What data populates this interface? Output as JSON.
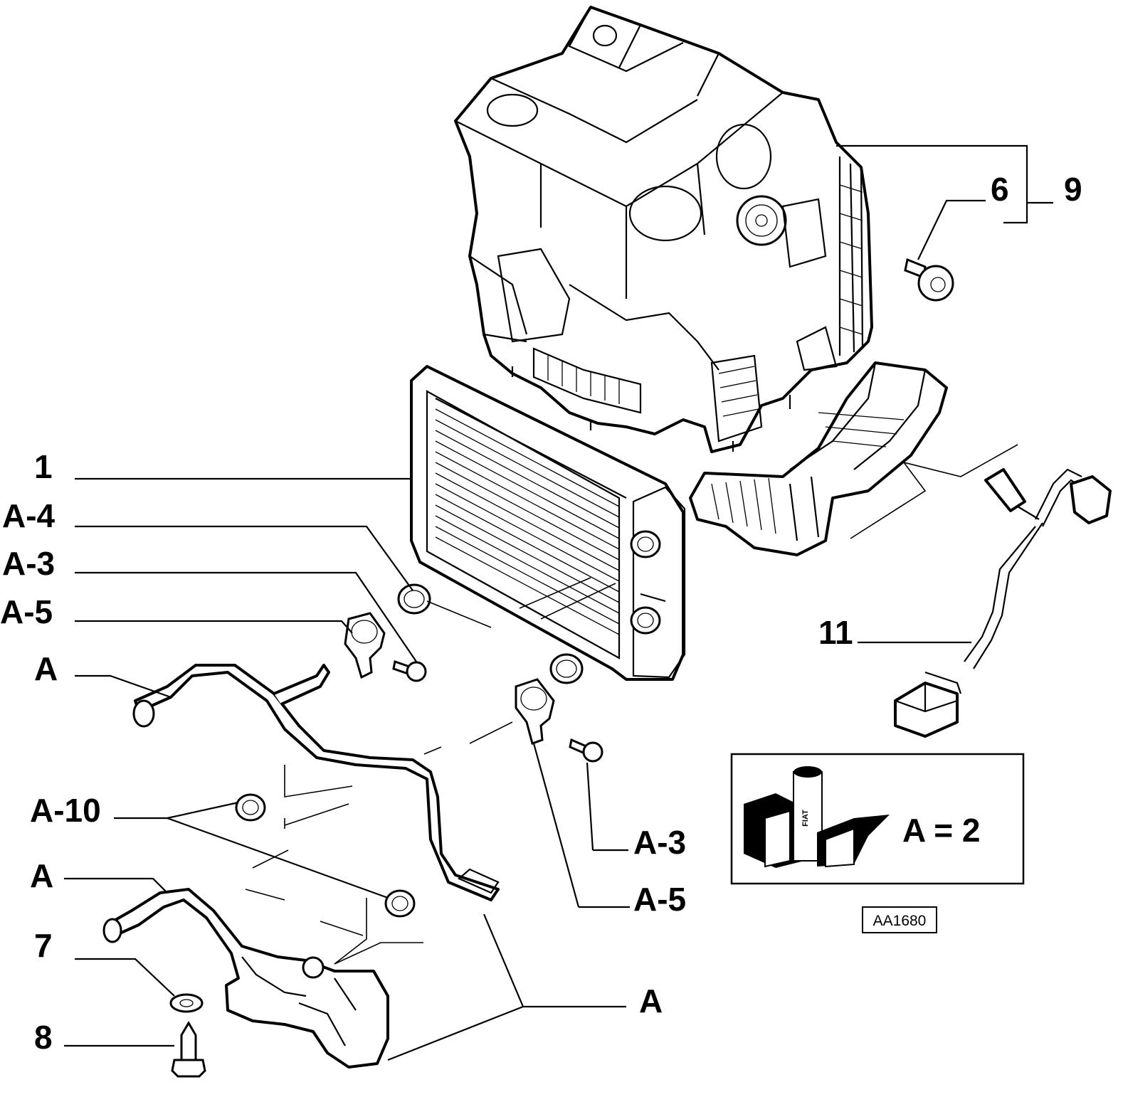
{
  "labels": {
    "p1": "1",
    "a4": "A-4",
    "a3_left": "A-3",
    "a5_left": "A-5",
    "a_top": "A",
    "a10": "A-10",
    "a_mid": "A",
    "p7": "7",
    "p8": "8",
    "p6": "6",
    "p9": "9",
    "p11": "11",
    "a3_right": "A-3",
    "a5_right": "A-5",
    "a_right": "A"
  },
  "legend": {
    "text": "A = 2",
    "logo_text": "FIAT"
  },
  "code": "AA1680"
}
